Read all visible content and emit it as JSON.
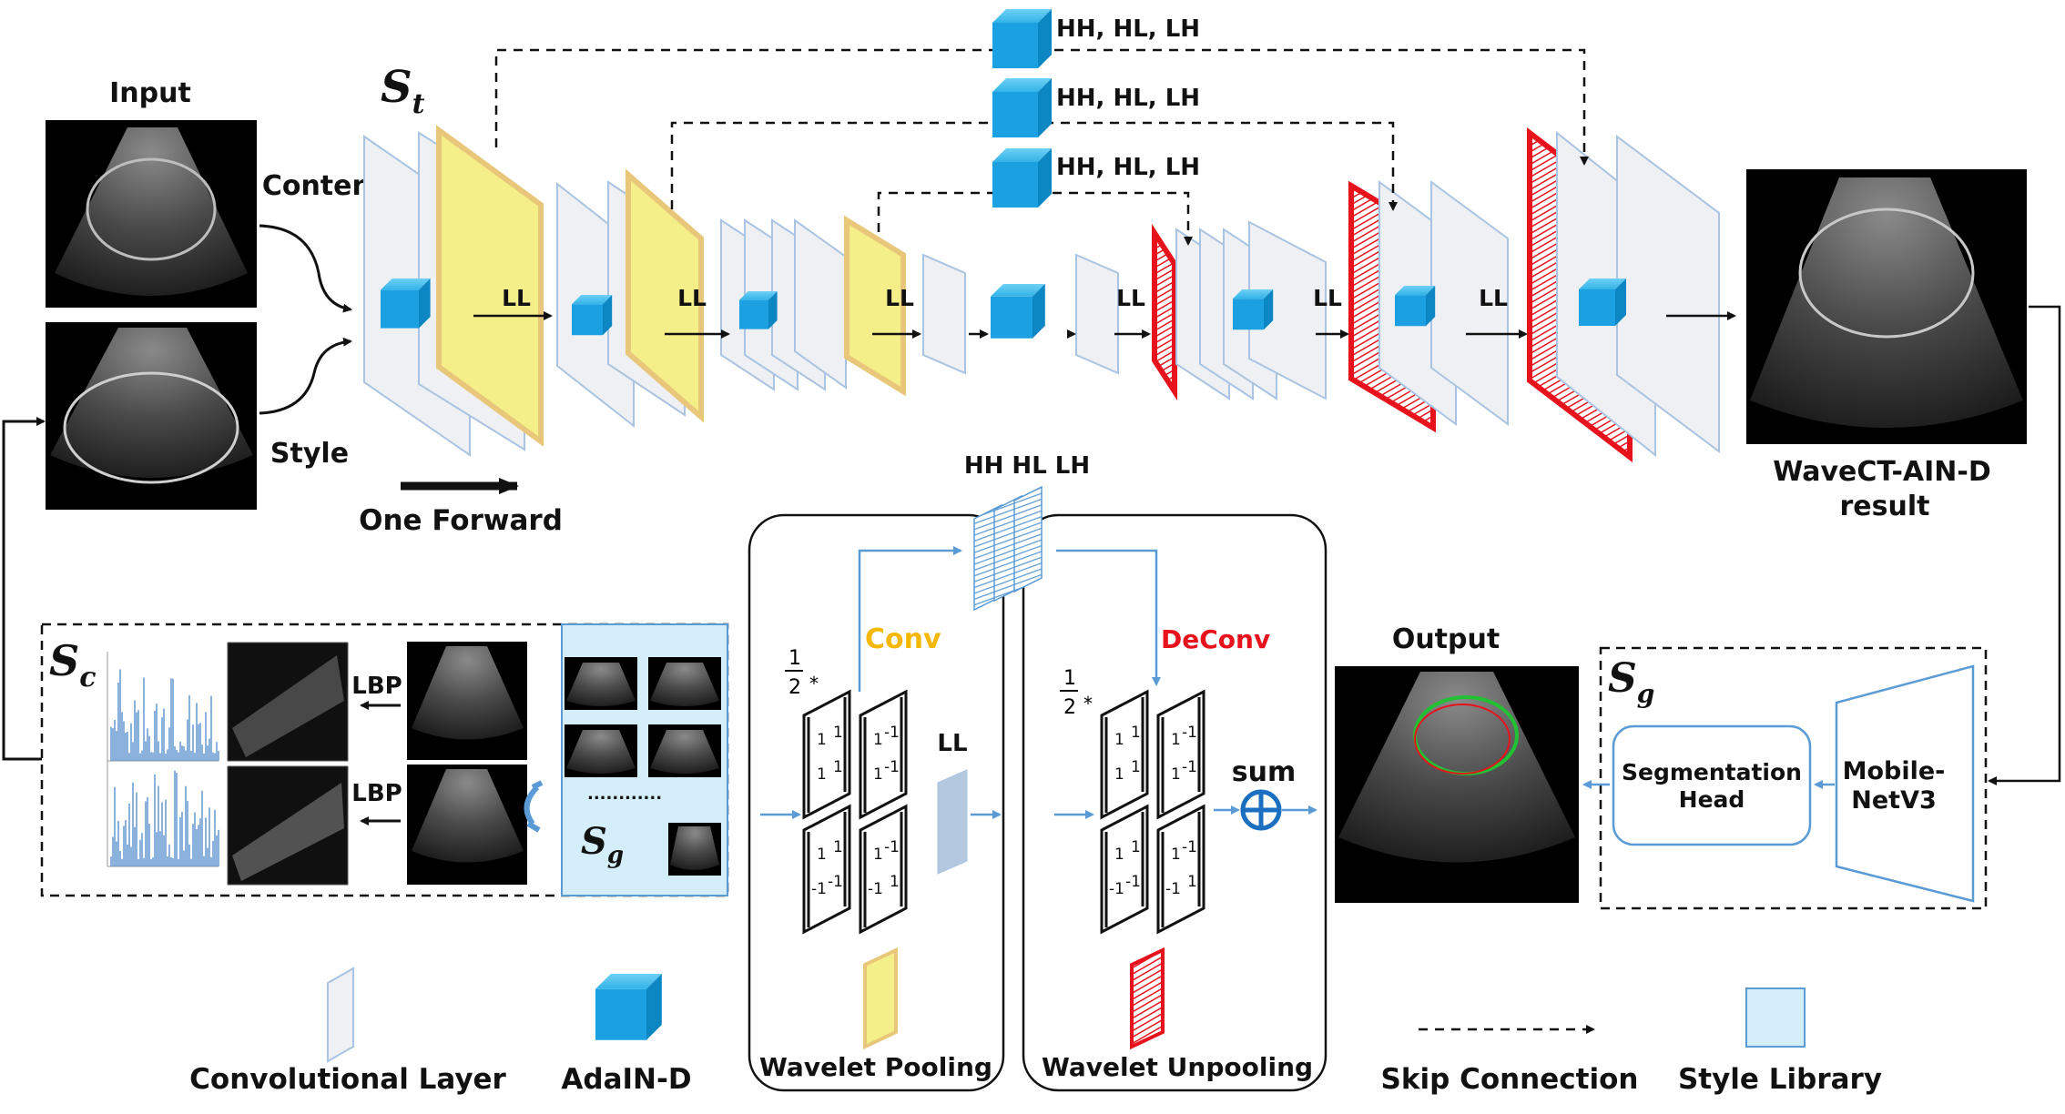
{
  "labels": {
    "input": "Input",
    "content": "Content",
    "style": "Style",
    "one_forward": "One Forward",
    "s_t_main": "S",
    "s_t_sub": "t",
    "hh_hl_lh": "HH, HL, LH",
    "ll": "LL",
    "result_line1": "WaveCT-AIN-D",
    "result_line2": "result",
    "hh_hl_lh_small": "HH HL LH",
    "conv": "Conv",
    "deconv": "DeConv",
    "sum": "sum",
    "output": "Output",
    "s_c_main": "S",
    "s_c_sub": "c",
    "s_g_main": "S",
    "s_g_sub": "g",
    "lbp": "LBP",
    "segmentation_head_line1": "Segmentation",
    "segmentation_head_line2": "Head",
    "mobilenet_line1": "Mobile-",
    "mobilenet_line2": "NetV3",
    "half": "1",
    "half_den": "2",
    "star": "*",
    "dots": "............"
  },
  "matrices": {
    "pool": [
      [
        "1",
        "1",
        "1",
        "1"
      ],
      [
        "1",
        "-1",
        "1",
        "-1"
      ],
      [
        "1",
        "1",
        "-1",
        "-1"
      ],
      [
        "1",
        "-1",
        "-1",
        "1"
      ]
    ],
    "unpool": [
      [
        "1",
        "1",
        "1",
        "1"
      ],
      [
        "1",
        "-1",
        "1",
        "-1"
      ],
      [
        "1",
        "1",
        "-1",
        "-1"
      ],
      [
        "1",
        "-1",
        "-1",
        "1"
      ]
    ]
  },
  "legend": {
    "conv_layer": "Convolutional Layer",
    "adain": "AdaIN-D",
    "wavelet_pooling": "Wavelet Pooling",
    "wavelet_unpooling": "Wavelet Unpooling",
    "skip_connection": "Skip Connection",
    "style_library": "Style Library"
  },
  "colors": {
    "conv_fill": "#eef0f4",
    "conv_stroke": "#a9c4e2",
    "adain": "#1ba1e2",
    "pool_fill": "#f5ef8a",
    "pool_stroke": "#e9c77a",
    "unpool": "#e8121c",
    "arrow_blue": "#5b9bd5",
    "conv_text": "#f5b800",
    "deconv_text": "#e8121c",
    "style_lib": "#d3eef9"
  }
}
